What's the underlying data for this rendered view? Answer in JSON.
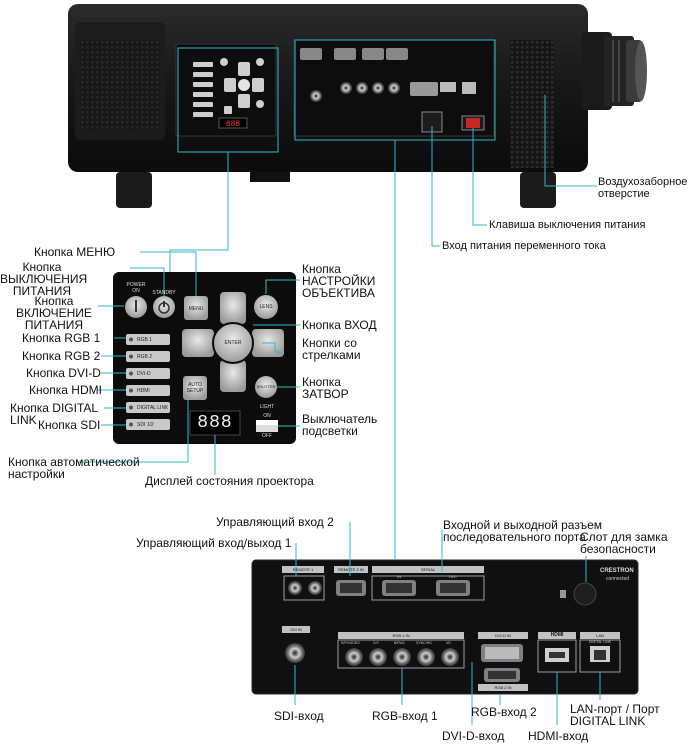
{
  "colors": {
    "callout_line": "#2fb7c9",
    "device_body": "#141414",
    "panel": "#0c0c0c"
  },
  "labels": {
    "air_intake": "Воздухозаборное\nотверстие",
    "power_off_key": "Клавиша выключения питания",
    "ac_inlet": "Вход питания переменного тока",
    "menu": "Кнопка МЕНЮ",
    "standby": "Кнопка\nВЫКЛЮЧЕНИЯ\nПИТАНИЯ",
    "power_on": "Кнопка\nВКЛЮЧЕНИЕ\nПИТАНИЯ",
    "rgb1": "Кнопка RGB 1",
    "rgb2": "Кнопка RGB 2",
    "dvid": "Кнопка DVI-D",
    "hdmi": "Кнопка HDMI",
    "digital_link": "Кнопка DIGITAL\nLINK",
    "sdi": "Кнопка SDI",
    "lens": "Кнопка\nНАСТРОЙКИ\nОБЪЕКТИВА",
    "input": "Кнопка ВХОД",
    "arrows": "Кнопки со\nстрелками",
    "shutter": "Кнопка\nЗАТВОР",
    "light_switch": "Выключатель\nподсветки",
    "auto_setup": "Кнопка автоматической\nнастройки",
    "status_display": "Дисплей состояния проектора",
    "remote2": "Управляющий вход 2",
    "remote1": "Управляющий вход/выход 1",
    "serial": "Входной и выходной разъем\nпоследовательного порта",
    "security_slot": "Слот для замка\nбезопасности",
    "sdi_in": "SDI-вход",
    "rgb1_in": "RGB-вход 1",
    "rgb2_in": "RGB-вход 2",
    "dvid_in": "DVI-D-вход",
    "hdmi_in": "HDMI-вход",
    "lan_port": "LAN-порт / Порт\nDIGITAL LINK"
  },
  "panel_text": {
    "power_on": "POWER\nON",
    "standby": "STANDBY",
    "menu": "MENU",
    "lens": "LENS",
    "enter": "ENTER",
    "rgb1": "RGB 1",
    "rgb2": "RGB 2",
    "dvid": "DVI-D",
    "hdmi": "HDMI",
    "digital_link": "DIGITAL LINK",
    "sdi": "SDI 1/2",
    "auto_setup": "AUTO\nSETUP",
    "shutter": "SHUTTER",
    "light": "LIGHT",
    "on": "ON",
    "off": "OFF",
    "display": "888",
    "remote1": "REMOTE 1",
    "remote2": "REMOTE 2 IN",
    "serial": "SERIAL",
    "serial_in": "IN",
    "serial_out": "OUT",
    "sdi_in": "SDI IN",
    "rgb1_in": "RGB 1 IN",
    "rgb1_jacks": [
      "R/Pr/VIDEO",
      "G/Y",
      "B/Pb/C",
      "SYNC/HD",
      "VD"
    ],
    "dvid_in": "DVI-D IN",
    "lan": "LAN",
    "rgb2_in": "RGB 2 IN",
    "crestron": "CRESTRON",
    "connected": "connected"
  }
}
